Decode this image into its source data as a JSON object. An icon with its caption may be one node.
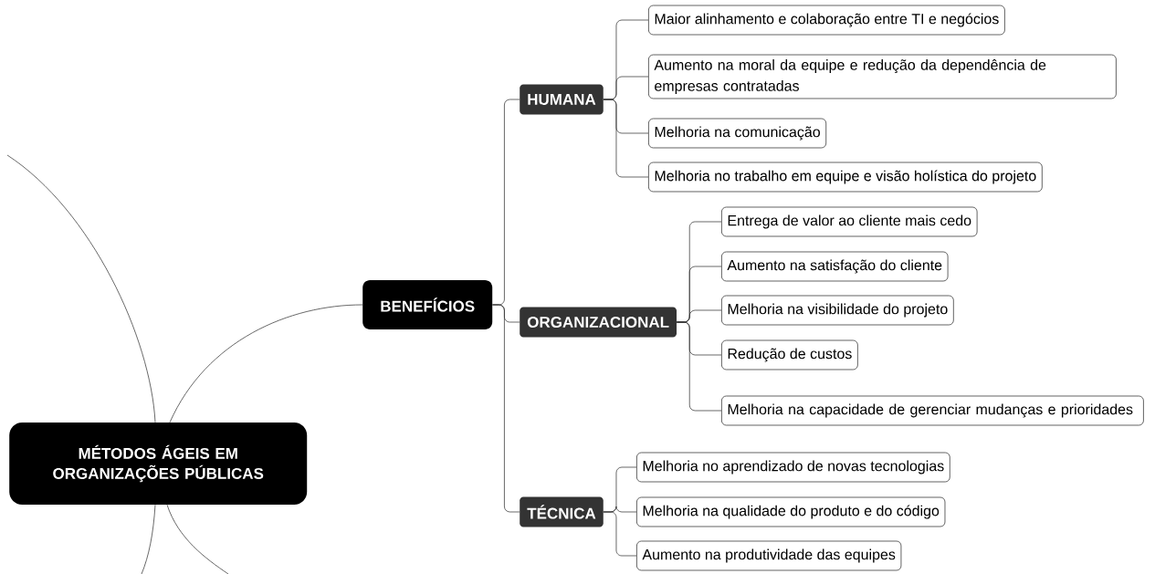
{
  "diagram": {
    "nodes": [
      {
        "text": [
          "MÉTODOS ÁGEIS EM ORGANIZAÇÕES PÚBLICAS"
        ]
      },
      {
        "text": [
          "BENEFÍCIOS"
        ]
      },
      {
        "text": [
          "HUMANA"
        ]
      },
      {
        "text": [
          "Maior alinhamento e colaboração entre TI e negócios"
        ]
      },
      {
        "text": [
          "Aumento na moral da equipe e redução da dependência de empresas contratadas"
        ]
      },
      {
        "text": [
          "Melhoria na comunicação"
        ]
      },
      {
        "text": [
          "Melhoria no trabalho em equipe e visão holística do projeto"
        ]
      },
      {
        "text": [
          "ORGANIZACIONAL"
        ]
      },
      {
        "text": [
          "Entrega de valor ao cliente mais cedo"
        ]
      },
      {
        "text": [
          "Aumento na satisfação do cliente"
        ]
      },
      {
        "text": [
          "Melhoria na visibilidade do projeto"
        ]
      },
      {
        "text": [
          "Redução de custos"
        ]
      },
      {
        "text": [
          "Melhoria na capacidade de gerenciar mudanças e prioridades"
        ]
      },
      {
        "text": [
          "TÉCNICA"
        ]
      },
      {
        "text": [
          "Melhoria no aprendizado de novas tecnologias"
        ]
      },
      {
        "text": [
          "Melhoria na qualidade do produto e do código"
        ]
      },
      {
        "text": [
          "Aumento na produtividade das equipes"
        ]
      }
    ],
    "edges": [
      {
        "from": null,
        "to": 0,
        "arrow": "none"
      },
      {
        "from": 0,
        "to": null,
        "arrow": "none"
      },
      {
        "from": 0,
        "to": null,
        "arrow": "none"
      },
      {
        "from": 0,
        "to": 1,
        "arrow": "none"
      },
      {
        "from": 1,
        "to": 2,
        "arrow": "none"
      },
      {
        "from": 1,
        "to": 7,
        "arrow": "none"
      },
      {
        "from": 1,
        "to": 13,
        "arrow": "none"
      },
      {
        "from": 2,
        "to": 3,
        "arrow": "none"
      },
      {
        "from": 2,
        "to": 4,
        "arrow": "none"
      },
      {
        "from": 2,
        "to": 5,
        "arrow": "none"
      },
      {
        "from": 2,
        "to": 6,
        "arrow": "none"
      },
      {
        "from": 7,
        "to": 8,
        "arrow": "none"
      },
      {
        "from": 7,
        "to": 9,
        "arrow": "none"
      },
      {
        "from": 7,
        "to": 10,
        "arrow": "none"
      },
      {
        "from": 7,
        "to": 11,
        "arrow": "none"
      },
      {
        "from": 7,
        "to": 12,
        "arrow": "none"
      },
      {
        "from": 13,
        "to": 14,
        "arrow": "none"
      },
      {
        "from": 13,
        "to": 15,
        "arrow": "none"
      },
      {
        "from": 13,
        "to": 16,
        "arrow": "none"
      }
    ]
  }
}
